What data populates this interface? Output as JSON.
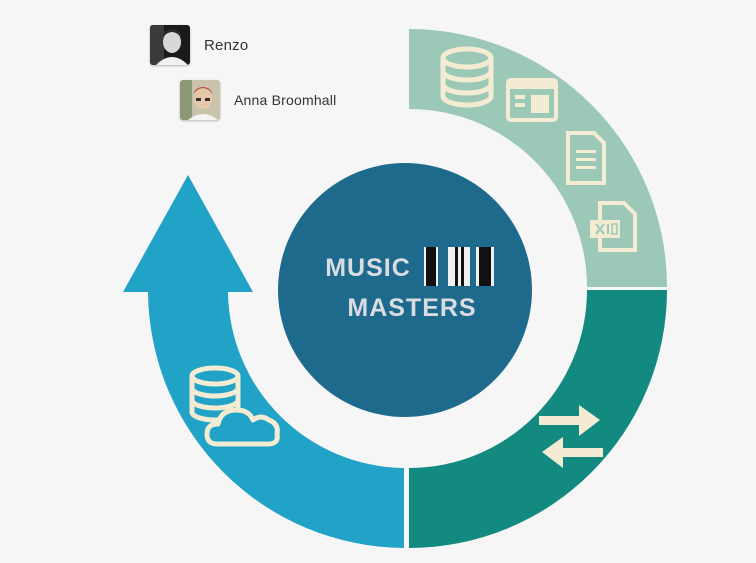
{
  "users": [
    {
      "name": "Renzo",
      "avatar": "avatar-renzo"
    },
    {
      "name": "Anna Broomhall",
      "avatar": "avatar-anna"
    }
  ],
  "center": {
    "line1": "MUSIC",
    "line2": "MASTERS",
    "logo": "barcode-logo"
  },
  "colors": {
    "background": "#f6f6f6",
    "segment_sources": "#9cc8b7",
    "segment_exchange": "#138a80",
    "segment_cloud": "#21a2c7",
    "center_circle": "#1e6a8d",
    "icon_fill": "#f3ecd2",
    "center_text": "#d9dde2"
  },
  "segments": [
    {
      "id": "sources",
      "icons": [
        "database-icon",
        "browser-window-icon",
        "document-icon",
        "xls-file-icon"
      ]
    },
    {
      "id": "exchange",
      "icons": [
        "swap-arrows-icon"
      ]
    },
    {
      "id": "cloud",
      "icons": [
        "database-cloud-icon"
      ]
    }
  ]
}
